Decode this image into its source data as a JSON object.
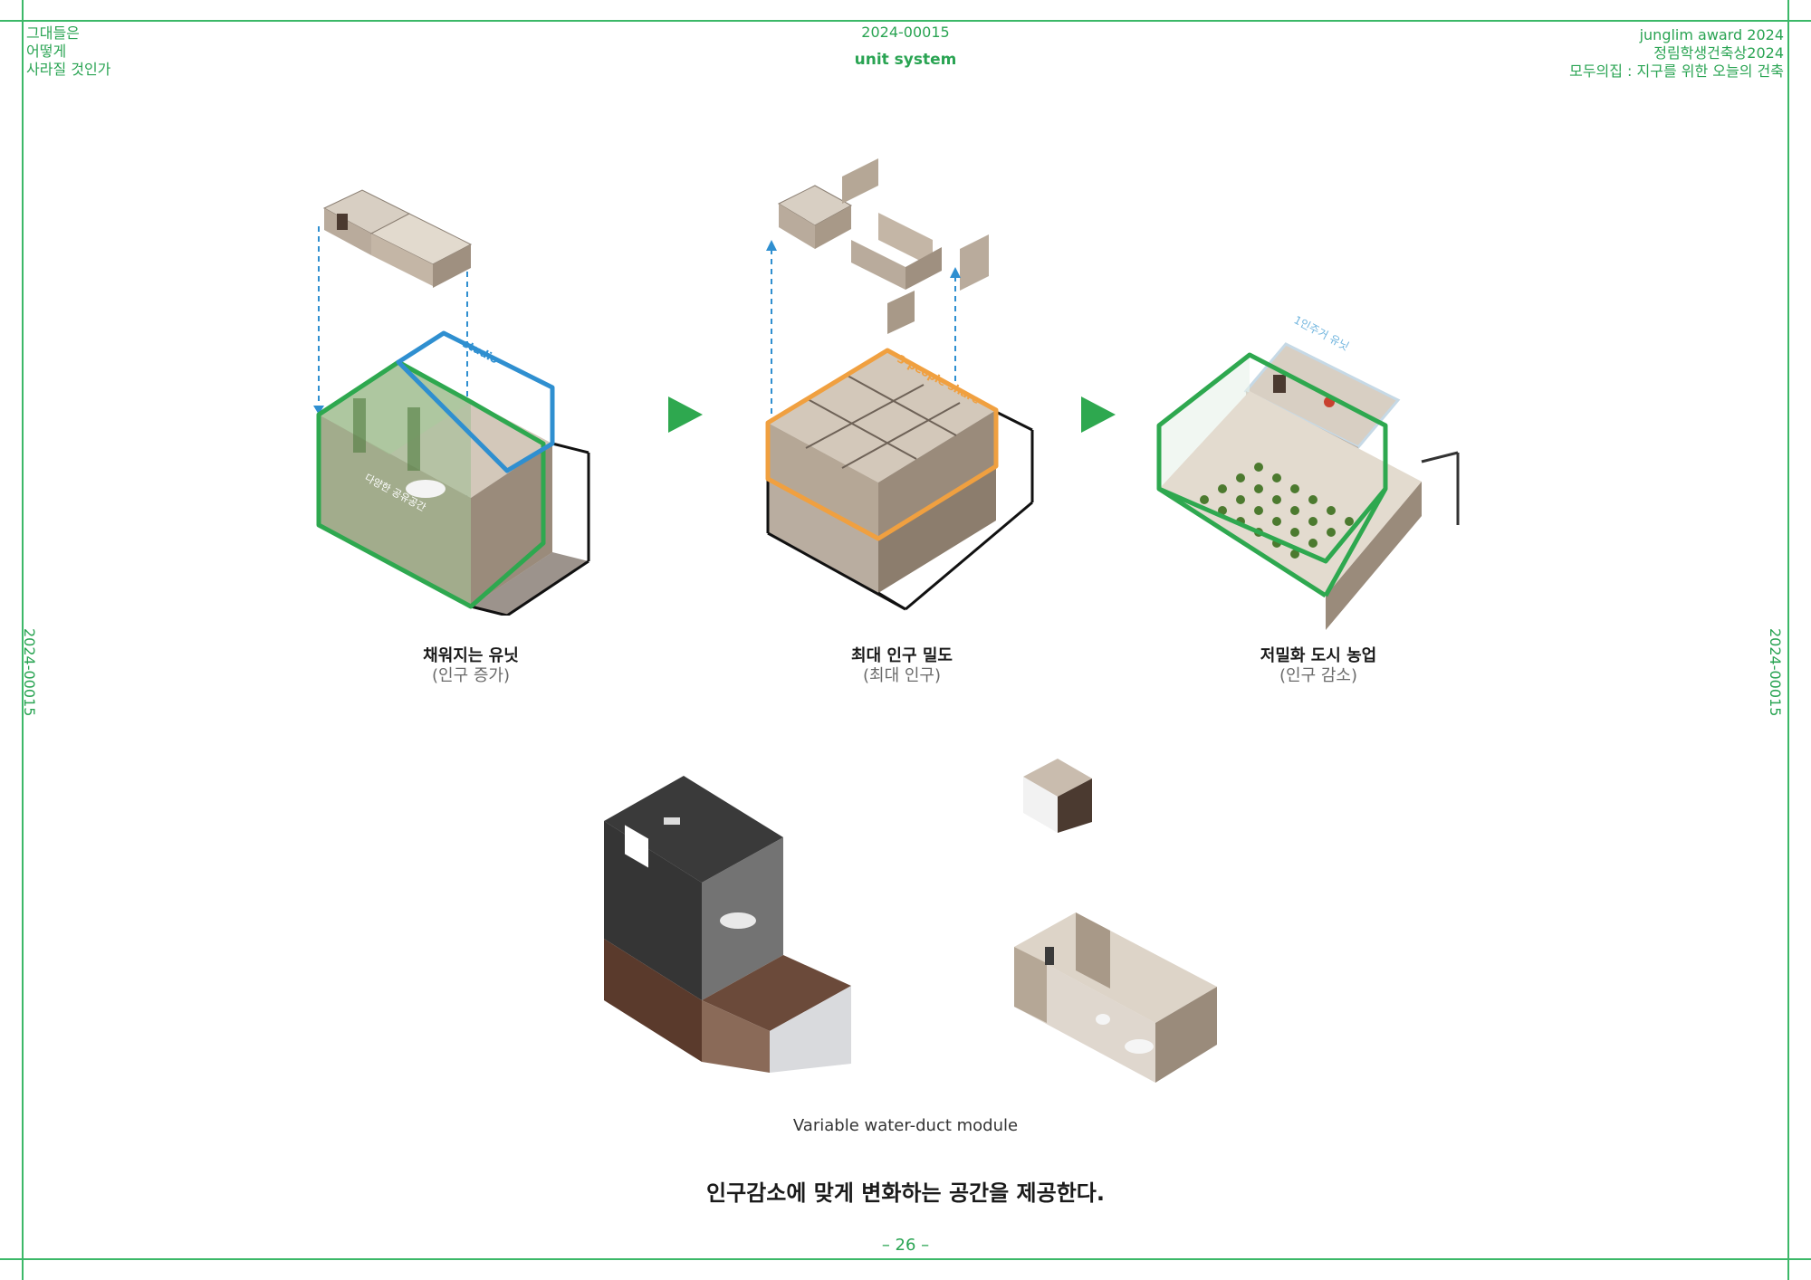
{
  "header": {
    "left_lines": [
      "그대들은",
      "어떻게",
      "사라질 것인가"
    ],
    "center_id": "2024-00015",
    "center_sub": "unit system",
    "right_lines": [
      "junglim award 2024",
      "정림학생건축상2024",
      "모두의집 : 지구를 위한 오늘의 건축"
    ]
  },
  "side": {
    "left_id": "2024-00015",
    "right_id": "2024-00015"
  },
  "diagrams": [
    {
      "labels": [
        "studio",
        "다양한 공유공간"
      ],
      "caption_main": "채워지는 유닛",
      "caption_sub": "(인구 증가)"
    },
    {
      "labels": [
        "3-people share"
      ],
      "caption_main": "최대 인구 밀도",
      "caption_sub": "(최대 인구)"
    },
    {
      "labels": [
        "1인주거 유닛"
      ],
      "caption_main": "저밀화 도시 농업",
      "caption_sub": "(인구 감소)"
    }
  ],
  "module_caption": "Variable water-duct module",
  "statement": "인구감소에 맞게 변화하는 공간을 제공한다.",
  "page_number": "– 26 –",
  "colors": {
    "frame": "#3cb868",
    "accent_green": "#2ea84f",
    "accent_blue": "#2f8fd0",
    "accent_orange": "#f0a040",
    "wall": "#c9bcae",
    "floor": "#d8cfc3",
    "dark_wall": "#4b3a30"
  }
}
